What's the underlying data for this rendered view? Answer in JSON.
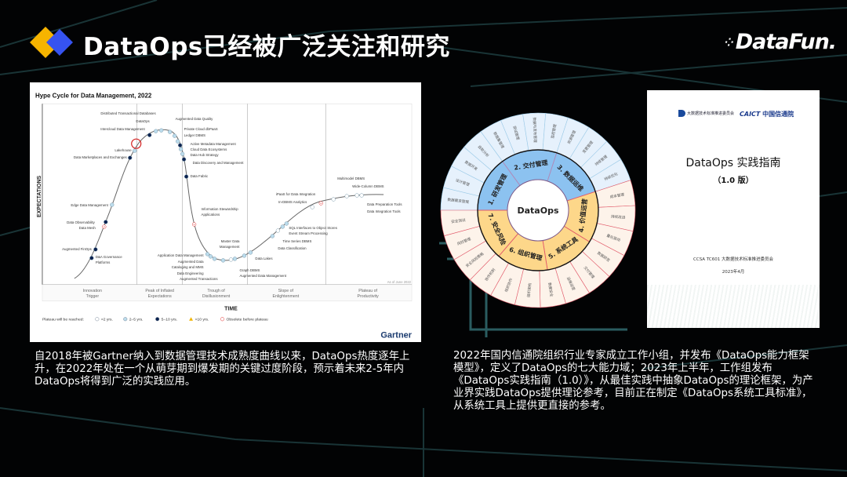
{
  "header": {
    "title": "DataOps已经被广泛关注和研究",
    "brand": "DataFun."
  },
  "hype_cycle": {
    "title": "Hype Cycle for Data Management, 2022",
    "y_axis": "EXPECTATIONS",
    "x_axis": "TIME",
    "as_of": "As of June 2022",
    "source": "Gartner",
    "phases": [
      [
        "Innovation",
        "Trigger"
      ],
      [
        "Peak of Inflated",
        "Expectations"
      ],
      [
        "Trough of",
        "Disillusionment"
      ],
      [
        "Slope of",
        "Enlightenment"
      ],
      [
        "Plateau of",
        "Productivity"
      ]
    ],
    "labels": [
      "Distributed Transactional Databases",
      "DataOps",
      "Intercloud Data Management",
      "Lakehouse",
      "Data Marketplaces and Exchanges",
      "Edge Data Management",
      "Data Observability",
      "Data Mesh",
      "Augmented FinOps",
      "D&A Governance",
      "Platforms",
      "Augmented Data Quality",
      "Private Cloud dbPaaS",
      "Ledger DBMS",
      "Active Metadata Management",
      "Cloud Data Ecosystems",
      "Data Hub Strategy",
      "Data Discovery and Management",
      "Data Fabric",
      "Information Stewardship",
      "Applications",
      "Master Data",
      "Management",
      "Application Data Management",
      "Augmented Data",
      "Cataloging and MMS",
      "Data Engineering",
      "Augmented Transactions",
      "Graph DBMS",
      "Augmented Data Management",
      "Data Lakes",
      "SQL Interfaces to Object Stores",
      "Event Stream Processing",
      "Time Series DBMS",
      "Data Classification",
      "In-DBMS Analytics",
      "iPaaS for Data Integration",
      "Multimodel DBMS",
      "Wide-Column DBMS",
      "Data Preparation Tools",
      "Data Integration Tools"
    ],
    "legend": {
      "title": "Plateau will be reached:",
      "items": [
        "<2 yrs.",
        "2–5 yrs.",
        "5–10 yrs.",
        ">10 yrs.",
        "Obsolete before plateau"
      ]
    },
    "colors": {
      "lt2": "#ffffff",
      "y2to5": "#bcdcec",
      "y5to10": "#0b2250",
      "gt10": "#f0b400",
      "obsolete": "#e03030"
    }
  },
  "wheel": {
    "center": "DataOps",
    "domains": [
      "1. 研发管理",
      "2. 交付管理",
      "3. 数据运维",
      "4. 价值运营",
      "5. 系统工具",
      "6. 组织管理",
      "7. 安全风险"
    ],
    "outer_top": [
      "数据需求管理",
      "设计管理",
      "数据开发",
      "自助分析",
      "数据集管理",
      "测试管理",
      "数据与发布管理",
      "监控管理",
      "资源管理",
      "变更管理",
      "持续管理",
      "持续优化"
    ],
    "outer_bottom": [
      "成本管理",
      "持续改进",
      "量化驱动",
      "数据研发",
      "交付管理",
      "运维运营",
      "数据安全",
      "组织架构",
      "组织协作",
      "协作机制",
      "安全风险策略",
      "风险管理",
      "安全测试"
    ],
    "colors": {
      "blue": "#8cc2f0",
      "blue_light": "#e6f1fc",
      "orange": "#fdd78a",
      "orange_light": "#fdf3ea",
      "blue_line": "#9ccbe8",
      "red_line": "#e25a6a"
    }
  },
  "cover": {
    "logo1": "大数据技术标准推进委员会",
    "logo2_a": "CAICT",
    "logo2_b": "中国信通院",
    "title": "DataOps 实践指南",
    "version": "（1.0 版）",
    "org": "CCSA TC601  大数据技术标准推进委员会",
    "date": "2023年4月"
  },
  "text": {
    "left": "自2018年被Gartner纳入到数据管理技术成熟度曲线以来，DataOps热度逐年上升，在2022年处在一个从萌芽期到爆发期的关键过度阶段，预示着未来2-5年内DataOps将得到广泛的实践应用。",
    "right": "2022年国内信通院组织行业专家成立工作小组，并发布《DataOps能力框架模型》，定义了DataOps的七大能力域；2023年上半年，工作组发布《DataOps实践指南（1.0）》，从最佳实践中抽象DataOps的理论框架，为产业界实践DataOps提供理论参考，目前正在制定《DataOps系统工具标准》，从系统工具上提供更直接的参考。"
  }
}
